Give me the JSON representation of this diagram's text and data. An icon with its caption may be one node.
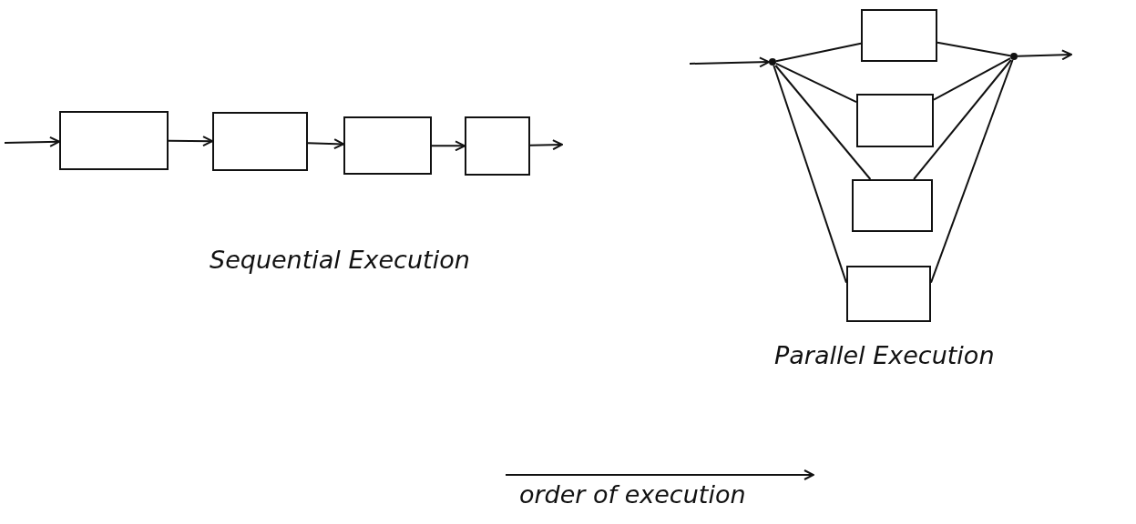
{
  "diagram": {
    "nodes": [
      {
        "text": [],
        "shape": "box"
      },
      {
        "text": [],
        "shape": "box"
      },
      {
        "text": [],
        "shape": "box"
      },
      {
        "text": [],
        "shape": "box"
      },
      {
        "text": [],
        "shape": "circle"
      },
      {
        "text": [],
        "shape": "box"
      },
      {
        "text": [],
        "shape": "box"
      },
      {
        "text": [],
        "shape": "box"
      },
      {
        "text": [],
        "shape": "box"
      },
      {
        "text": [],
        "shape": "circle"
      }
    ],
    "edges": [
      {
        "from": null,
        "to": 0,
        "arrow": "to"
      },
      {
        "from": 0,
        "to": 1,
        "arrow": "to"
      },
      {
        "from": 1,
        "to": 2,
        "arrow": "to"
      },
      {
        "from": 2,
        "to": 3,
        "arrow": "to"
      },
      {
        "from": 3,
        "to": null,
        "arrow": "to"
      },
      {
        "from": null,
        "to": 4,
        "arrow": "to"
      },
      {
        "from": 4,
        "to": 5,
        "arrow": "none"
      },
      {
        "from": 4,
        "to": 6,
        "arrow": "none"
      },
      {
        "from": 4,
        "to": 7,
        "arrow": "none"
      },
      {
        "from": 4,
        "to": 8,
        "arrow": "none"
      },
      {
        "from": 5,
        "to": 9,
        "arrow": "none"
      },
      {
        "from": 6,
        "to": 9,
        "arrow": "none"
      },
      {
        "from": 7,
        "to": 9,
        "arrow": "none"
      },
      {
        "from": 8,
        "to": 9,
        "arrow": "none"
      },
      {
        "from": 9,
        "to": null,
        "arrow": "to"
      }
    ],
    "labels": [
      "Sequential Execution",
      "Parallel Execution",
      "order of execution"
    ]
  }
}
